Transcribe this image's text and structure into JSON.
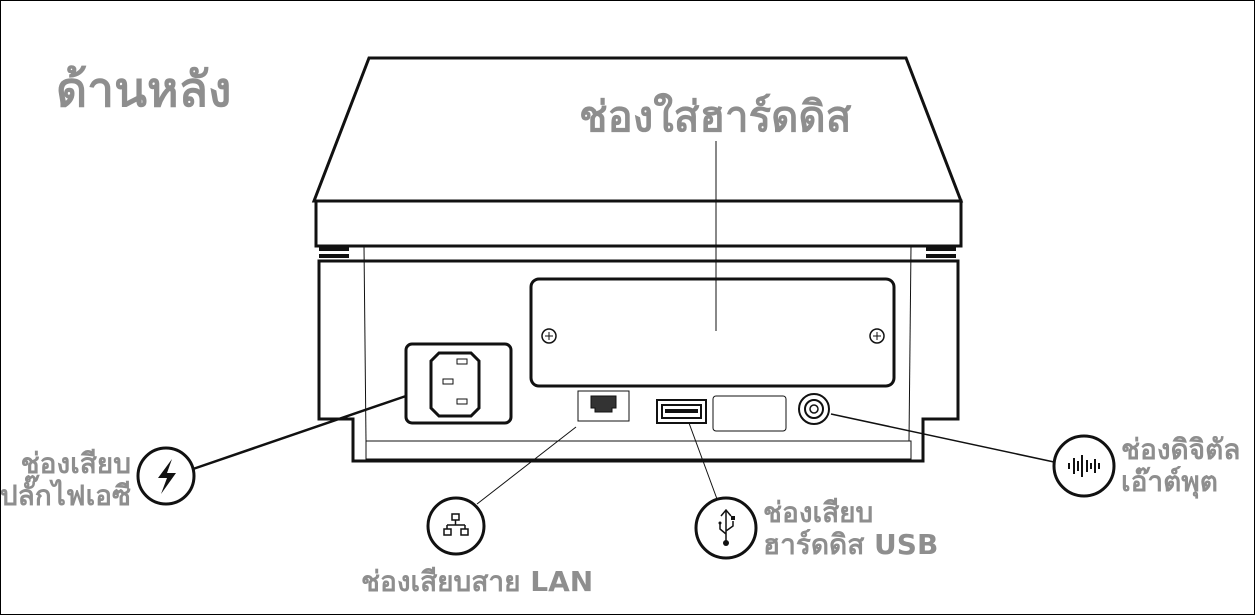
{
  "title": "ด้านหลัง",
  "hdd_bay_label": "ช่องใส่ฮาร์ดดิส",
  "callouts": {
    "power": {
      "line1": "ช่องเสียบ",
      "line2": "ปลั๊กไฟเอซี",
      "icon": "lightning-icon"
    },
    "lan": {
      "line1": "ช่องเสียบสาย LAN",
      "icon": "network-icon"
    },
    "usb": {
      "line1": "ช่องเสียบ",
      "line2": "ฮาร์ดดิส USB",
      "icon": "usb-icon"
    },
    "digital": {
      "line1": "ช่องดิจิตัล",
      "line2": "เอ๊าต์พุต",
      "icon": "sound-wave-icon"
    }
  },
  "colors": {
    "label": "#8e8e8e",
    "line": "#111111"
  }
}
